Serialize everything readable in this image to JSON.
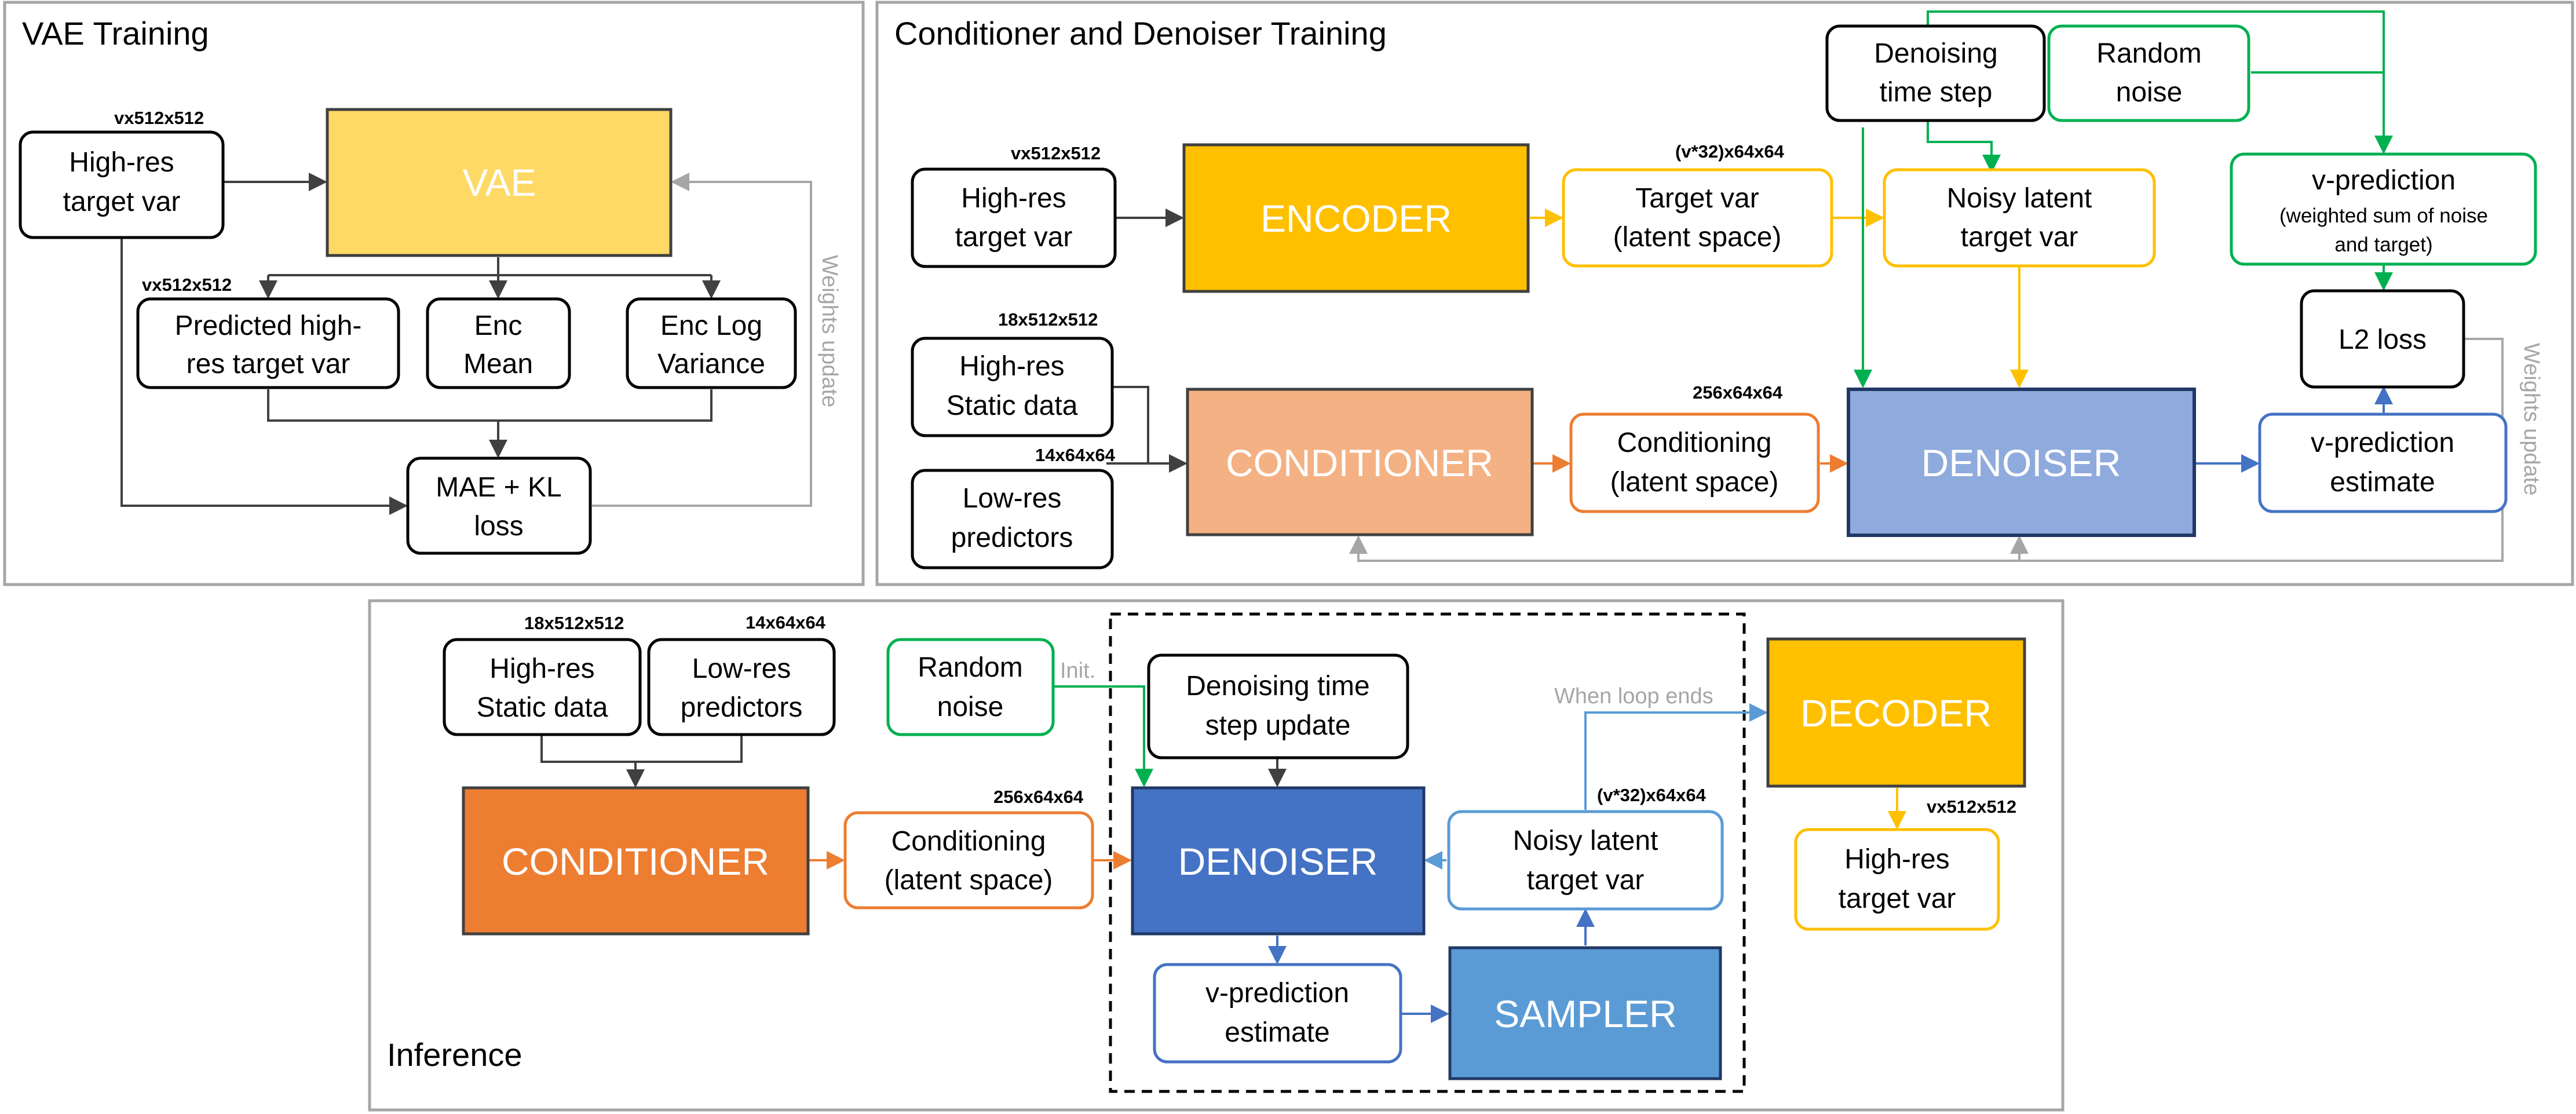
{
  "colors": {
    "dark_arrow": "#404040",
    "gray_arrow": "#a6a6a6",
    "green": "#00b050",
    "yellow": "#ffc000",
    "orange": "#ed7d31",
    "blue": "#4472c4",
    "light_blue": "#5b9bd5",
    "panel_border": "#a6a6a6"
  },
  "vae_training": {
    "title": "VAE Training",
    "high_res_target": {
      "line1": "High-res",
      "line2": "target var",
      "dim": "vx512x512"
    },
    "vae": "VAE",
    "predicted": {
      "line1": "Predicted high-",
      "line2": "res target var",
      "dim": "vx512x512"
    },
    "enc_mean": {
      "line1": "Enc",
      "line2": "Mean"
    },
    "enc_log_variance": {
      "line1": "Enc Log",
      "line2": "Variance"
    },
    "loss": {
      "line1": "MAE + KL",
      "line2": "loss"
    },
    "weights_update": "Weights update"
  },
  "conditioner_denoiser_training": {
    "title": "Conditioner and Denoiser Training",
    "high_res_target": {
      "line1": "High-res",
      "line2": "target var",
      "dim": "vx512x512"
    },
    "encoder": "ENCODER",
    "target_latent": {
      "line1": "Target var",
      "line2": "(latent space)",
      "dim": "(v*32)x64x64"
    },
    "denoising_time_step": {
      "line1": "Denoising",
      "line2": "time step"
    },
    "random_noise": {
      "line1": "Random",
      "line2": "noise"
    },
    "noisy_latent": {
      "line1": "Noisy latent",
      "line2": "target var"
    },
    "v_prediction": {
      "line1": "v-prediction",
      "line2": "(weighted sum of noise",
      "line3": "and target)"
    },
    "l2_loss": "L2 loss",
    "static_data": {
      "line1": "High-res",
      "line2": "Static data",
      "dim": "18x512x512"
    },
    "low_res_predictors": {
      "line1": "Low-res",
      "line2": "predictors",
      "dim": "14x64x64"
    },
    "conditioner": "CONDITIONER",
    "conditioning_latent": {
      "line1": "Conditioning",
      "line2": "(latent space)",
      "dim": "256x64x64"
    },
    "denoiser": "DENOISER",
    "v_prediction_estimate": {
      "line1": "v-prediction",
      "line2": "estimate"
    },
    "weights_update": "Weights update"
  },
  "inference": {
    "title": "Inference",
    "static_data": {
      "line1": "High-res",
      "line2": "Static data",
      "dim": "18x512x512"
    },
    "low_res_predictors": {
      "line1": "Low-res",
      "line2": "predictors",
      "dim": "14x64x64"
    },
    "conditioner": "CONDITIONER",
    "conditioning_latent": {
      "line1": "Conditioning",
      "line2": "(latent space)",
      "dim": "256x64x64"
    },
    "random_noise": {
      "line1": "Random",
      "line2": "noise"
    },
    "init_label": "Init.",
    "time_step_update": {
      "line1": "Denoising time",
      "line2": "step update"
    },
    "denoiser": "DENOISER",
    "noisy_latent": {
      "line1": "Noisy latent",
      "line2": "target var",
      "dim": "(v*32)x64x64"
    },
    "v_prediction_estimate": {
      "line1": "v-prediction",
      "line2": "estimate"
    },
    "sampler": "SAMPLER",
    "when_loop_ends": "When loop ends",
    "decoder": "DECODER",
    "high_res_target": {
      "line1": "High-res",
      "line2": "target var",
      "dim": "vx512x512"
    }
  }
}
